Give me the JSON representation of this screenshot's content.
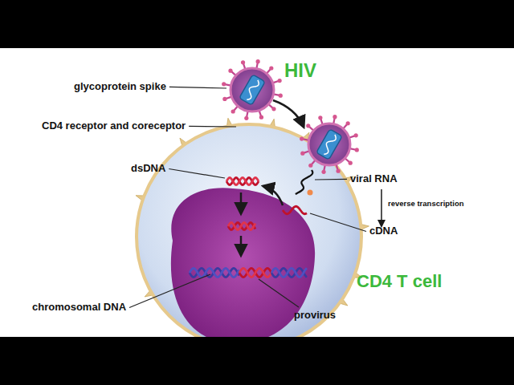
{
  "diagram": {
    "labels": [
      "HIV",
      "glycoprotein spike",
      "CD4 receptor and coreceptor",
      "dsDNA",
      "viral RNA",
      "reverse transcription",
      "cDNA",
      "CD4 T cell",
      "chromosomal DNA",
      "provirus"
    ]
  }
}
